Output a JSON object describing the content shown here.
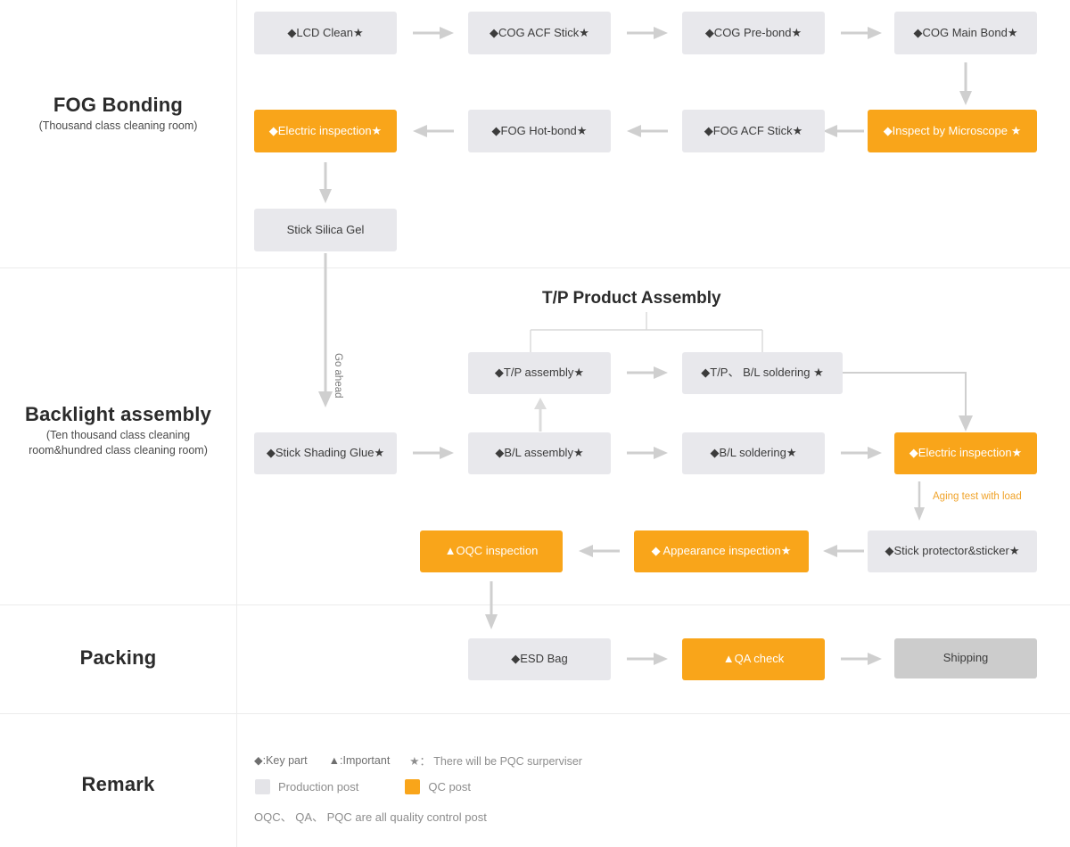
{
  "sections": [
    {
      "id": "fog-bonding",
      "title": "FOG Bonding",
      "subtitle": "(Thousand class cleaning room)"
    },
    {
      "id": "backlight-assembly",
      "title": "Backlight assembly",
      "subtitle_line1": "(Ten thousand class cleaning",
      "subtitle_line2": "room&hundred class cleaning room)"
    },
    {
      "id": "packing",
      "title": "Packing",
      "subtitle": ""
    },
    {
      "id": "remark",
      "title": "Remark",
      "subtitle": ""
    }
  ],
  "group_title": "T/P Product Assembly",
  "labels": {
    "go_ahead": "Go ahead",
    "aging_test": "Aging test with load"
  },
  "boxes": {
    "lcd_clean": "◆LCD Clean★",
    "cog_acf_stick": "◆COG ACF Stick★",
    "cog_prebond": "◆COG Pre-bond★",
    "cog_main_bond": "◆COG Main Bond★",
    "inspect_microscope": "◆Inspect by Microscope ★",
    "fog_acf_stick": "◆FOG ACF Stick★",
    "fog_hot_bond": "◆FOG Hot-bond★",
    "electric_inspection_1": "◆Electric inspection★",
    "stick_silica_gel": "Stick Silica Gel",
    "tp_assembly": "◆T/P assembly★",
    "tp_bl_soldering": "◆T/P、 B/L soldering ★",
    "stick_shading_glue": "◆Stick Shading Glue★",
    "bl_assembly": "◆B/L assembly★",
    "bl_soldering": "◆B/L soldering★",
    "electric_inspection_2": "◆Electric inspection★",
    "stick_protector": "◆Stick protector&sticker★",
    "appearance_inspection": "◆ Appearance inspection★",
    "oqc_inspection": "▲OQC inspection",
    "esd_bag": "◆ESD Bag",
    "qa_check": "▲QA check",
    "shipping": "Shipping"
  },
  "legend": {
    "key_part": "◆:Key part",
    "important": "▲:Important",
    "pqc": "★： There will be PQC surperviser",
    "production_post": "Production post",
    "qc_post": "QC post",
    "footnote": "OQC、 QA、 PQC are all quality control post"
  },
  "colors": {
    "qc_post": "#f9a51a",
    "production_post": "#e8e8ec",
    "shipping": "#cccccc",
    "arrow": "#cfcfcf",
    "divider": "#ececec"
  }
}
